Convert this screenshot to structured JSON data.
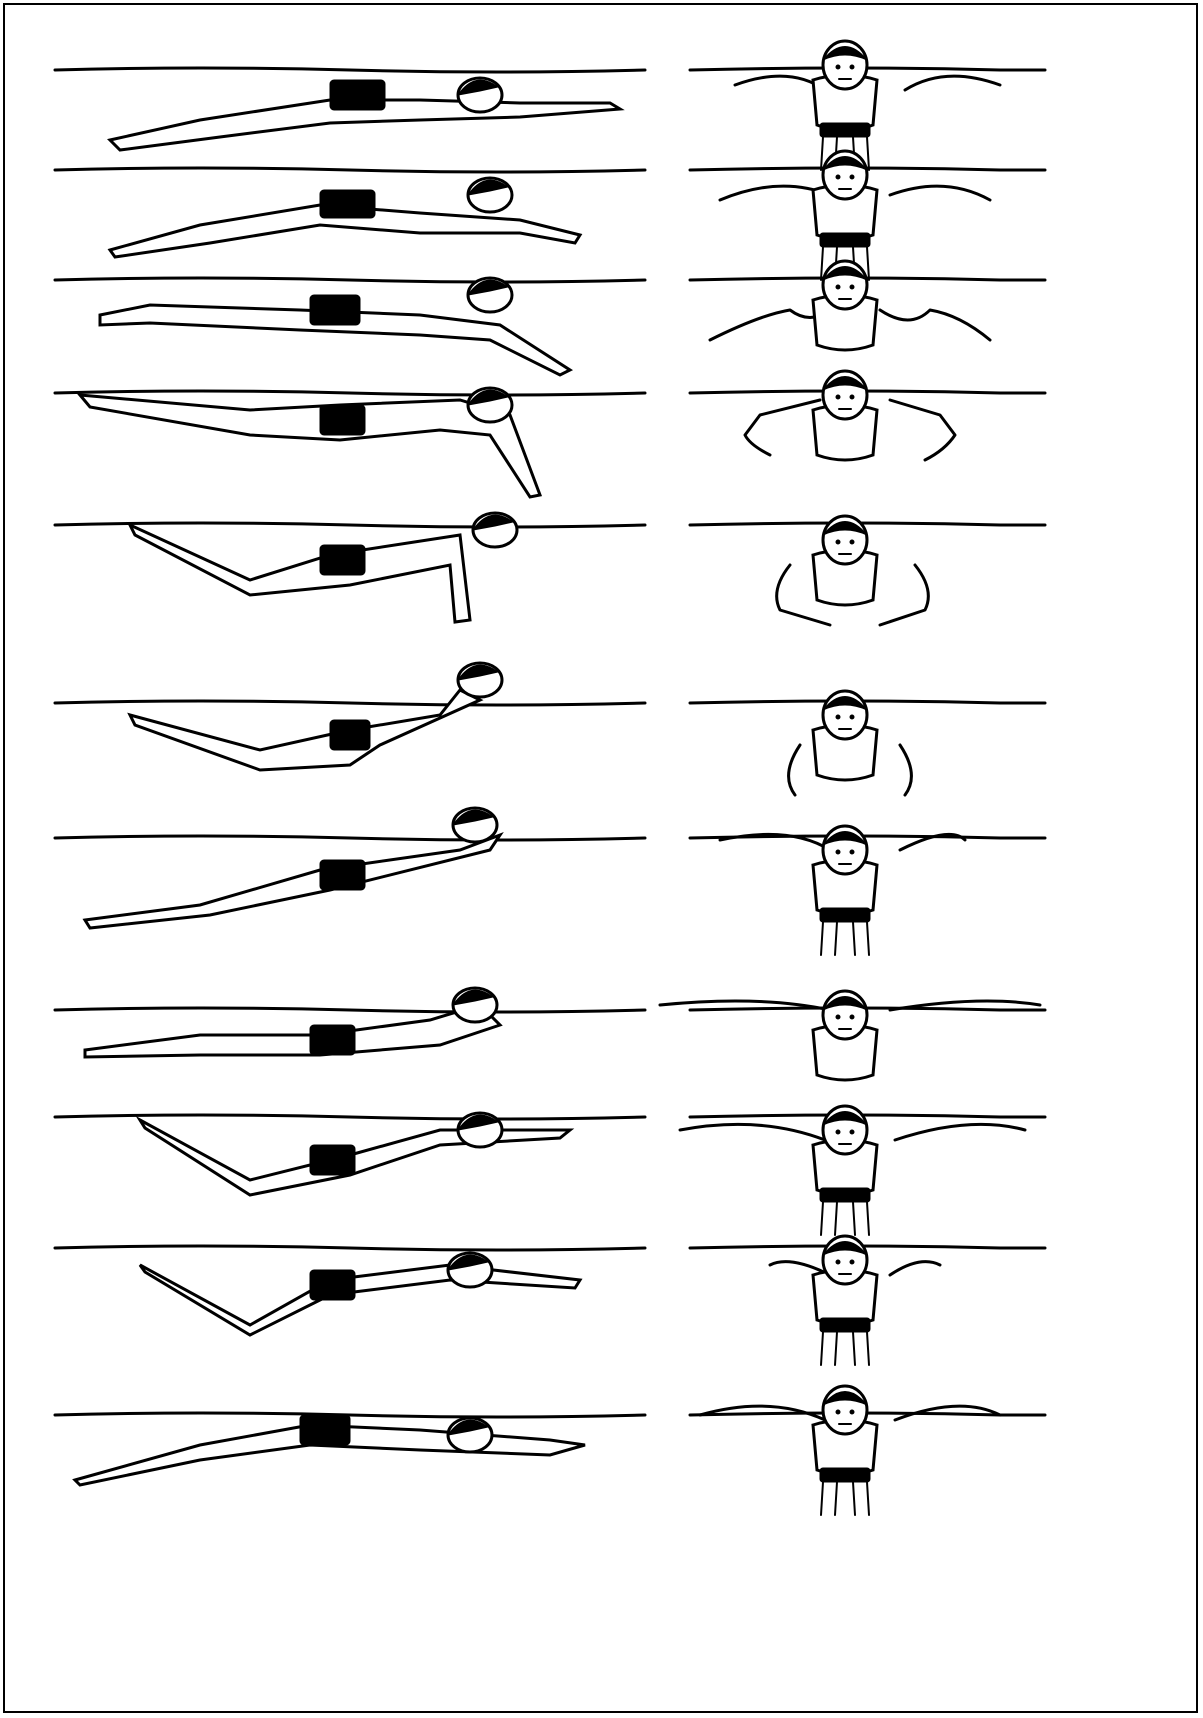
{
  "figure": {
    "style": "black-and-white line drawing",
    "views": [
      "side-view",
      "front-view"
    ],
    "phases": [
      {
        "index": 1,
        "side_pose": "glide-streamline",
        "front_pose": "arms-extended-wide-submerged"
      },
      {
        "index": 2,
        "side_pose": "glide-head-down",
        "front_pose": "arms-wide-hands-out"
      },
      {
        "index": 3,
        "side_pose": "arms-begin-catch",
        "front_pose": "elbows-bent-low"
      },
      {
        "index": 4,
        "side_pose": "arms-pull-down",
        "front_pose": "arms-pull-under-body"
      },
      {
        "index": 5,
        "side_pose": "hips-drop-arms-vertical",
        "front_pose": "arms-in-under-chest"
      },
      {
        "index": 6,
        "side_pose": "arms-push-back",
        "front_pose": "arms-push-sides"
      },
      {
        "index": 7,
        "side_pose": "arms-recovery-over-water",
        "front_pose": "arms-recover-legs-down"
      },
      {
        "index": 8,
        "side_pose": "arms-forward-breath",
        "front_pose": "arms-out-on-surface"
      },
      {
        "index": 9,
        "side_pose": "kick-legs-bent",
        "front_pose": "arms-entering-water"
      },
      {
        "index": 10,
        "side_pose": "arms-entry-legs-bent",
        "front_pose": "arms-raised-elbows-up"
      },
      {
        "index": 11,
        "side_pose": "glide-extended",
        "front_pose": "arms-spread-forward"
      }
    ]
  },
  "colors": {
    "ink": "#000000",
    "paper": "#ffffff"
  }
}
